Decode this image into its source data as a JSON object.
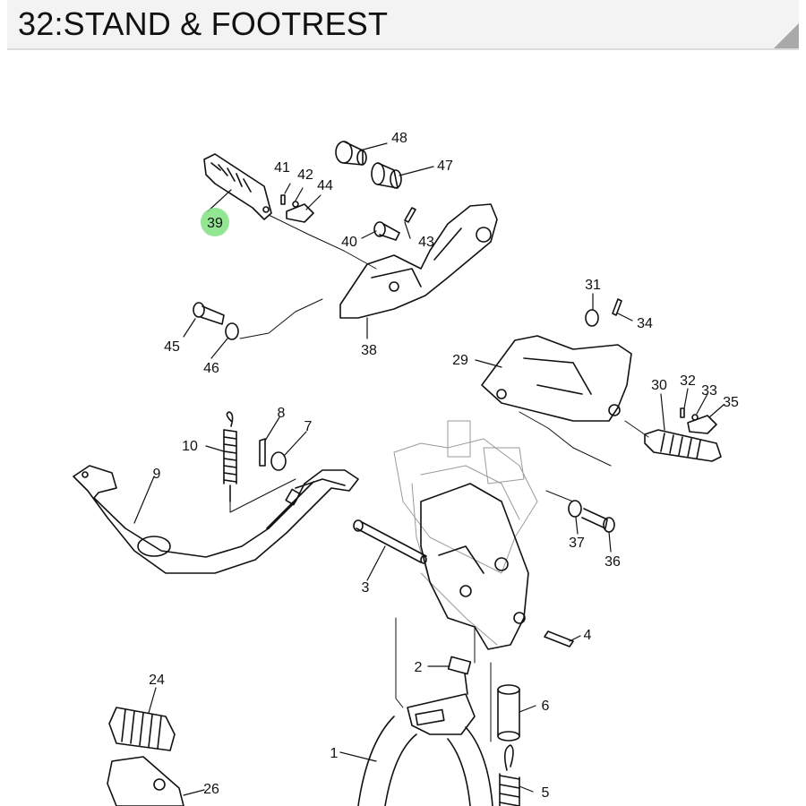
{
  "header": {
    "title": "32:STAND & FOOTREST"
  },
  "colors": {
    "highlight": "#7fe07f",
    "line": "#111111",
    "ghost": "#9a9a9a"
  },
  "callouts": {
    "c1": "1",
    "c2": "2",
    "c3": "3",
    "c4": "4",
    "c5": "5",
    "c6": "6",
    "c7": "7",
    "c8": "8",
    "c9": "9",
    "c10": "10",
    "c24": "24",
    "c26": "26",
    "c29": "29",
    "c30": "30",
    "c31": "31",
    "c32": "32",
    "c33": "33",
    "c34": "34",
    "c35": "35",
    "c36": "36",
    "c37": "37",
    "c38": "38",
    "c39": "39",
    "c40": "40",
    "c41": "41",
    "c42": "42",
    "c43": "43",
    "c44": "44",
    "c45": "45",
    "c46": "46",
    "c47": "47",
    "c48": "48"
  }
}
